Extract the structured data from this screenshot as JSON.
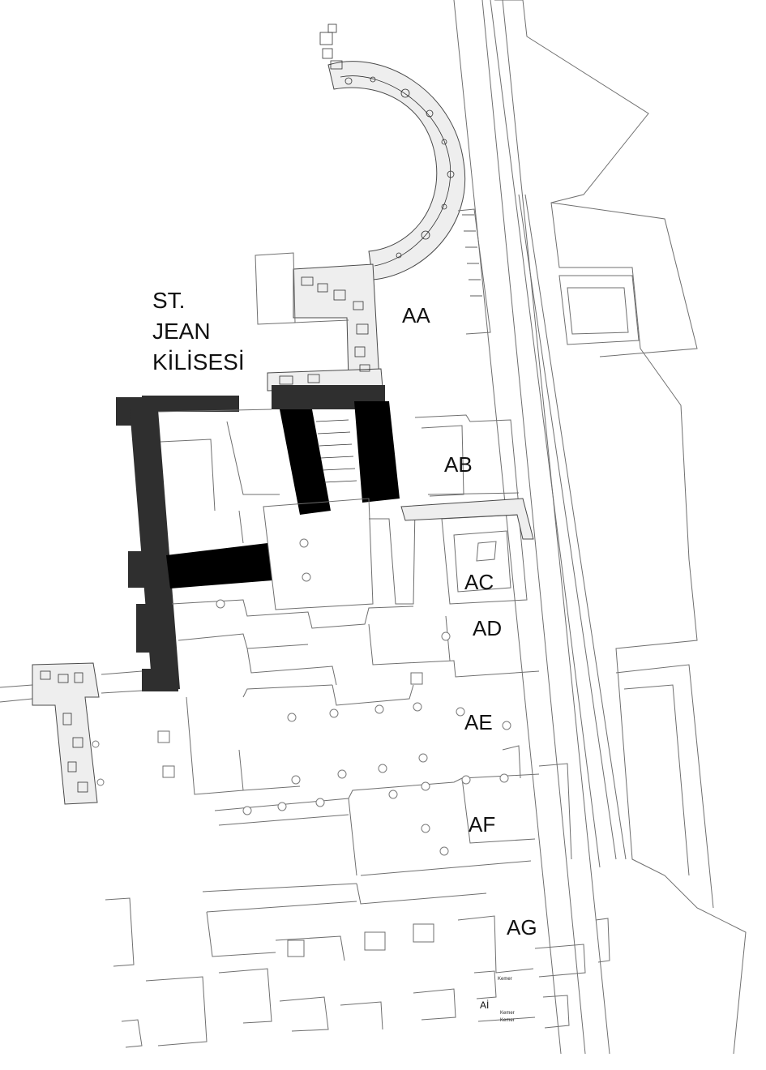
{
  "site_title": {
    "line1": "ST.",
    "line2": "JEAN",
    "line3": "KİLİSESİ"
  },
  "zones": {
    "aa": "AA",
    "ab": "AB",
    "ac": "AC",
    "ad": "AD",
    "ae": "AE",
    "af": "AF",
    "ag": "AG",
    "ai": "Aİ"
  },
  "small_labels": {
    "kemer1": "Kemer",
    "kemer2": "Kemer",
    "kemer3": "Kemer"
  },
  "colors": {
    "wall_black": "#000000",
    "wall_dark": "#2f2f2f",
    "outline": "#6f6f6f",
    "rubble_fill": "#eeeeee"
  }
}
